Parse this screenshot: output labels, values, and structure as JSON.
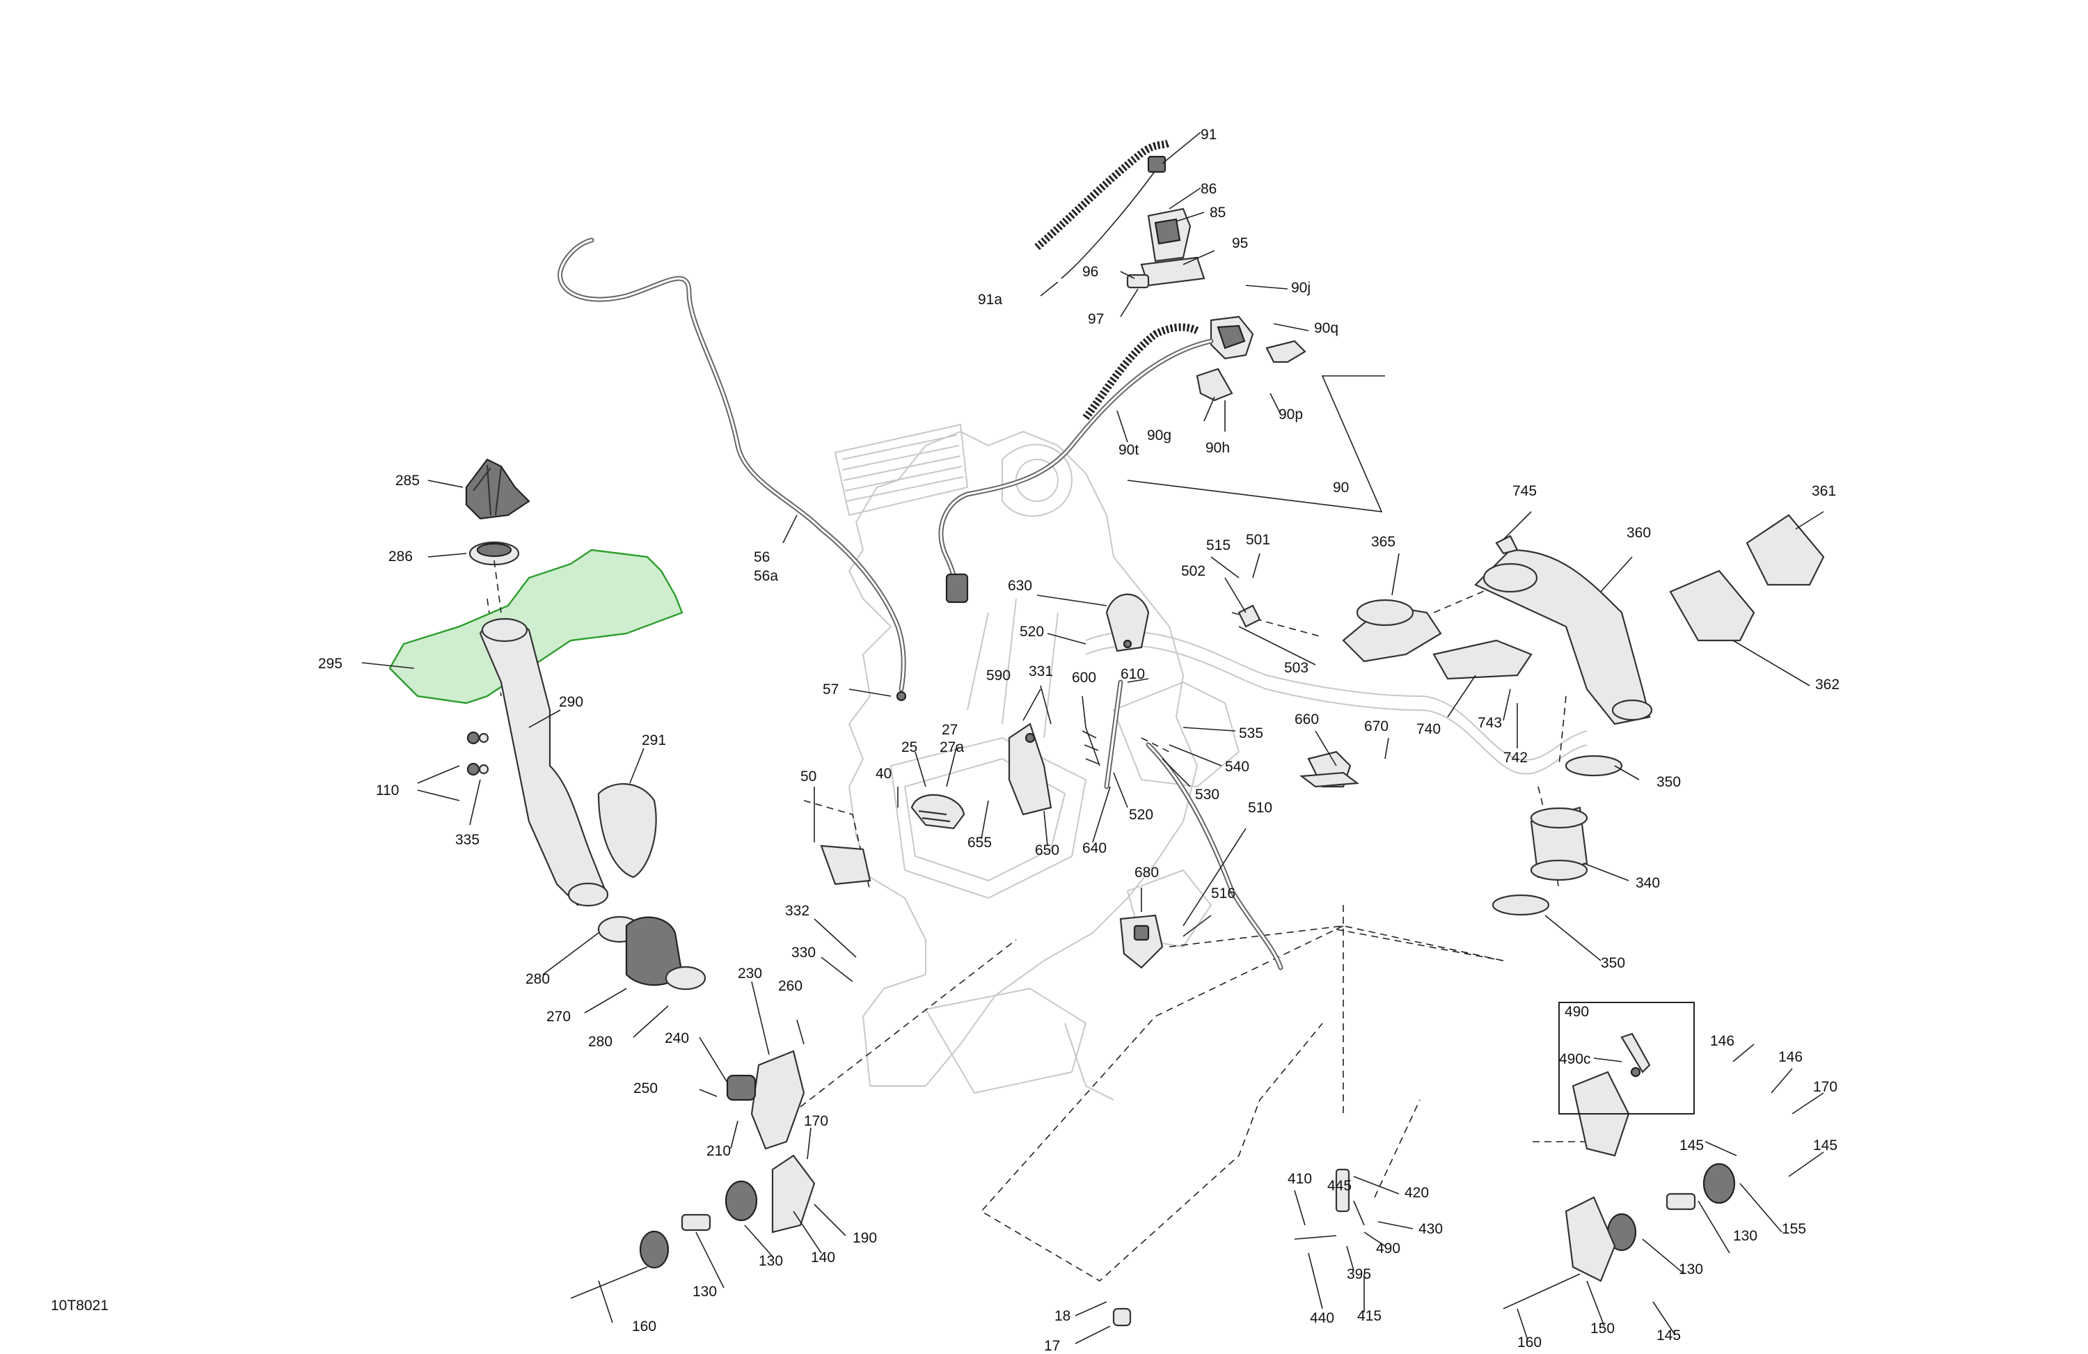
{
  "diagram": {
    "code": "10T8021",
    "inset_title": "490",
    "labels": [
      {
        "id": "91",
        "text": "91"
      },
      {
        "id": "86",
        "text": "86"
      },
      {
        "id": "85",
        "text": "85"
      },
      {
        "id": "95",
        "text": "95"
      },
      {
        "id": "96",
        "text": "96"
      },
      {
        "id": "91a",
        "text": "91a"
      },
      {
        "id": "97",
        "text": "97"
      },
      {
        "id": "90j",
        "text": "90j"
      },
      {
        "id": "90q",
        "text": "90q"
      },
      {
        "id": "90p",
        "text": "90p"
      },
      {
        "id": "90g",
        "text": "90g"
      },
      {
        "id": "90h",
        "text": "90h"
      },
      {
        "id": "90t",
        "text": "90t"
      },
      {
        "id": "90",
        "text": "90"
      },
      {
        "id": "285",
        "text": "285"
      },
      {
        "id": "286",
        "text": "286"
      },
      {
        "id": "295",
        "text": "295"
      },
      {
        "id": "290",
        "text": "290"
      },
      {
        "id": "291",
        "text": "291"
      },
      {
        "id": "110",
        "text": "110"
      },
      {
        "id": "335",
        "text": "335"
      },
      {
        "id": "56",
        "text": "56"
      },
      {
        "id": "56a",
        "text": "56a"
      },
      {
        "id": "57",
        "text": "57"
      },
      {
        "id": "630",
        "text": "630"
      },
      {
        "id": "520a",
        "text": "520"
      },
      {
        "id": "590",
        "text": "590"
      },
      {
        "id": "331",
        "text": "331"
      },
      {
        "id": "600",
        "text": "600"
      },
      {
        "id": "610",
        "text": "610"
      },
      {
        "id": "515",
        "text": "515"
      },
      {
        "id": "501",
        "text": "501"
      },
      {
        "id": "502",
        "text": "502"
      },
      {
        "id": "503",
        "text": "503"
      },
      {
        "id": "745",
        "text": "745"
      },
      {
        "id": "365",
        "text": "365"
      },
      {
        "id": "360",
        "text": "360"
      },
      {
        "id": "361",
        "text": "361"
      },
      {
        "id": "362",
        "text": "362"
      },
      {
        "id": "740",
        "text": "740"
      },
      {
        "id": "743",
        "text": "743"
      },
      {
        "id": "742",
        "text": "742"
      },
      {
        "id": "660",
        "text": "660"
      },
      {
        "id": "670",
        "text": "670"
      },
      {
        "id": "535",
        "text": "535"
      },
      {
        "id": "540",
        "text": "540"
      },
      {
        "id": "530",
        "text": "530"
      },
      {
        "id": "520b",
        "text": "520"
      },
      {
        "id": "640",
        "text": "640"
      },
      {
        "id": "650",
        "text": "650"
      },
      {
        "id": "655",
        "text": "655"
      },
      {
        "id": "27",
        "text": "27"
      },
      {
        "id": "27a",
        "text": "27a"
      },
      {
        "id": "25",
        "text": "25"
      },
      {
        "id": "40",
        "text": "40"
      },
      {
        "id": "50",
        "text": "50"
      },
      {
        "id": "510",
        "text": "510"
      },
      {
        "id": "350a",
        "text": "350"
      },
      {
        "id": "340",
        "text": "340"
      },
      {
        "id": "350b",
        "text": "350"
      },
      {
        "id": "680",
        "text": "680"
      },
      {
        "id": "516",
        "text": "516"
      },
      {
        "id": "332",
        "text": "332"
      },
      {
        "id": "330",
        "text": "330"
      },
      {
        "id": "280a",
        "text": "280"
      },
      {
        "id": "270",
        "text": "270"
      },
      {
        "id": "280b",
        "text": "280"
      },
      {
        "id": "230",
        "text": "230"
      },
      {
        "id": "260",
        "text": "260"
      },
      {
        "id": "240",
        "text": "240"
      },
      {
        "id": "250",
        "text": "250"
      },
      {
        "id": "210",
        "text": "210"
      },
      {
        "id": "170a",
        "text": "170"
      },
      {
        "id": "190",
        "text": "190"
      },
      {
        "id": "140",
        "text": "140"
      },
      {
        "id": "130a",
        "text": "130"
      },
      {
        "id": "130b",
        "text": "130"
      },
      {
        "id": "160a",
        "text": "160"
      },
      {
        "id": "18",
        "text": "18"
      },
      {
        "id": "17",
        "text": "17"
      },
      {
        "id": "410",
        "text": "410"
      },
      {
        "id": "445",
        "text": "445"
      },
      {
        "id": "420",
        "text": "420"
      },
      {
        "id": "430",
        "text": "430"
      },
      {
        "id": "490",
        "text": "490"
      },
      {
        "id": "395",
        "text": "395"
      },
      {
        "id": "440",
        "text": "440"
      },
      {
        "id": "415",
        "text": "415"
      },
      {
        "id": "490c",
        "text": "490c"
      },
      {
        "id": "146a",
        "text": "146"
      },
      {
        "id": "146b",
        "text": "146"
      },
      {
        "id": "170b",
        "text": "170"
      },
      {
        "id": "145a",
        "text": "145"
      },
      {
        "id": "145b",
        "text": "145"
      },
      {
        "id": "130c",
        "text": "130"
      },
      {
        "id": "155",
        "text": "155"
      },
      {
        "id": "130d",
        "text": "130"
      },
      {
        "id": "160b",
        "text": "160"
      },
      {
        "id": "150",
        "text": "150"
      },
      {
        "id": "145c",
        "text": "145"
      }
    ]
  }
}
